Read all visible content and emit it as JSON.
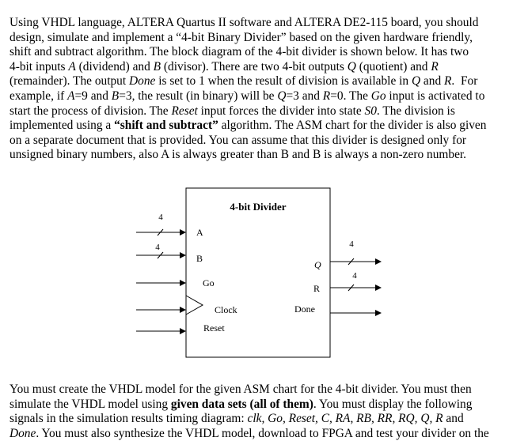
{
  "intro": {
    "lines": [
      [
        {
          "t": "Using VHDL language, ALTERA Quartus II software and ALTERA DE2-115 board, you should"
        }
      ],
      [
        {
          "t": "design, simulate and implement a “4-bit Binary Divider” based on the given hardware friendly,"
        }
      ],
      [
        {
          "t": "shift and subtract algorithm. The block diagram of the 4-bit divider is shown below. It has two"
        }
      ],
      [
        {
          "t": "4-bit inputs "
        },
        {
          "t": "A",
          "s": "it"
        },
        {
          "t": " (dividend) and "
        },
        {
          "t": "B",
          "s": "it"
        },
        {
          "t": " (divisor). There are two 4-bit outputs "
        },
        {
          "t": "Q",
          "s": "it"
        },
        {
          "t": " (quotient) and "
        },
        {
          "t": "R",
          "s": "it"
        }
      ],
      [
        {
          "t": "(remainder). The output "
        },
        {
          "t": "Done",
          "s": "it"
        },
        {
          "t": " is set to 1 when the result of division is available in "
        },
        {
          "t": "Q",
          "s": "it"
        },
        {
          "t": " and "
        },
        {
          "t": "R",
          "s": "it"
        },
        {
          "t": ".  For"
        }
      ],
      [
        {
          "t": "example, if "
        },
        {
          "t": "A",
          "s": "it"
        },
        {
          "t": "=9 and "
        },
        {
          "t": "B",
          "s": "it"
        },
        {
          "t": "=3, the result (in binary) will be "
        },
        {
          "t": "Q",
          "s": "it"
        },
        {
          "t": "=3 and "
        },
        {
          "t": "R",
          "s": "it"
        },
        {
          "t": "=0. The "
        },
        {
          "t": "Go",
          "s": "it"
        },
        {
          "t": " input is activated to"
        }
      ],
      [
        {
          "t": "start the process of division. The "
        },
        {
          "t": "Reset",
          "s": "it"
        },
        {
          "t": " input forces the divider into state "
        },
        {
          "t": "S0",
          "s": "it"
        },
        {
          "t": ". The division is"
        }
      ],
      [
        {
          "t": "implemented using a "
        },
        {
          "t": "“shift and subtract”",
          "s": "bd"
        },
        {
          "t": " algorithm. The ASM chart for the divider is also given"
        }
      ],
      [
        {
          "t": "on a separate document that is provided. You can assume that this divider is designed only for"
        }
      ],
      [
        {
          "t": "unsigned binary numbers, also A is always greater than B and B is always a non-zero number."
        }
      ]
    ]
  },
  "diagram": {
    "title": "4-bit Divider",
    "inputs": {
      "a": "A",
      "b": "B",
      "go": "Go",
      "clock": "Clock",
      "reset": "Reset"
    },
    "outputs": {
      "q": "Q",
      "r": "R",
      "done": "Done"
    },
    "bus_width_a": "4",
    "bus_width_b": "4",
    "bus_width_q": "4",
    "bus_width_r": "4"
  },
  "body2": {
    "lines": [
      [
        {
          "t": "You must create the VHDL model for the given ASM chart for the 4-bit divider. You must then"
        }
      ],
      [
        {
          "t": "simulate the VHDL model using "
        },
        {
          "t": "given data sets (all of them)",
          "s": "bd"
        },
        {
          "t": ". You must display the following"
        }
      ],
      [
        {
          "t": "signals in the simulation results timing diagram: "
        },
        {
          "t": "clk, Go, Reset, C, RA, RB, RR, RQ, Q, R",
          "s": "it"
        },
        {
          "t": " and"
        }
      ],
      [
        {
          "t": "Done",
          "s": "it"
        },
        {
          "t": ". You must also synthesize the VHDL model, download to FPGA and test your divider on the"
        }
      ]
    ]
  }
}
